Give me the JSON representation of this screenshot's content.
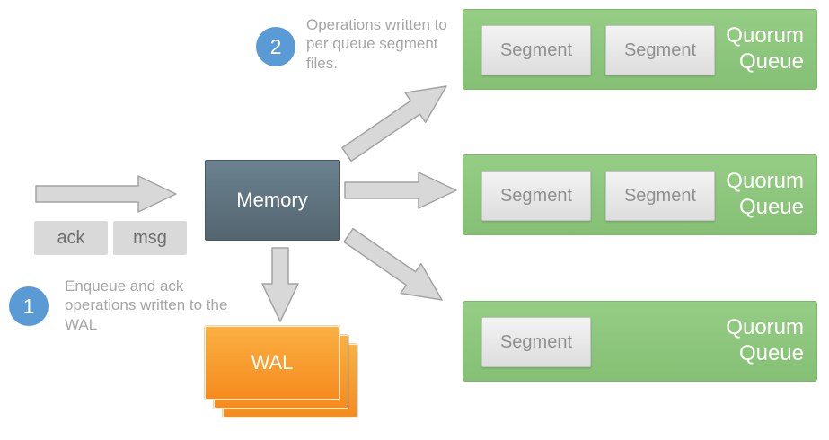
{
  "annotations": {
    "step1": {
      "number": "1",
      "text": "Enqueue and ack operations written to the WAL"
    },
    "step2": {
      "number": "2",
      "text": "Operations written to per queue segment files."
    }
  },
  "inputs": {
    "ack": "ack",
    "msg": "msg"
  },
  "memory": {
    "label": "Memory"
  },
  "wal": {
    "label": "WAL"
  },
  "queues": [
    {
      "label": "Quorum Queue",
      "segments": [
        "Segment",
        "Segment"
      ]
    },
    {
      "label": "Quorum Queue",
      "segments": [
        "Segment",
        "Segment"
      ]
    },
    {
      "label": "Quorum Queue",
      "segments": [
        "Segment"
      ]
    }
  ],
  "colors": {
    "queue_green": "#8dc87e",
    "segment_gray": "#e8e8e8",
    "memory_slate": "#5e7380",
    "wal_orange": "#f68b1f",
    "step_blue": "#5b9bd5",
    "arrow_gray": "#d8d8d8"
  }
}
